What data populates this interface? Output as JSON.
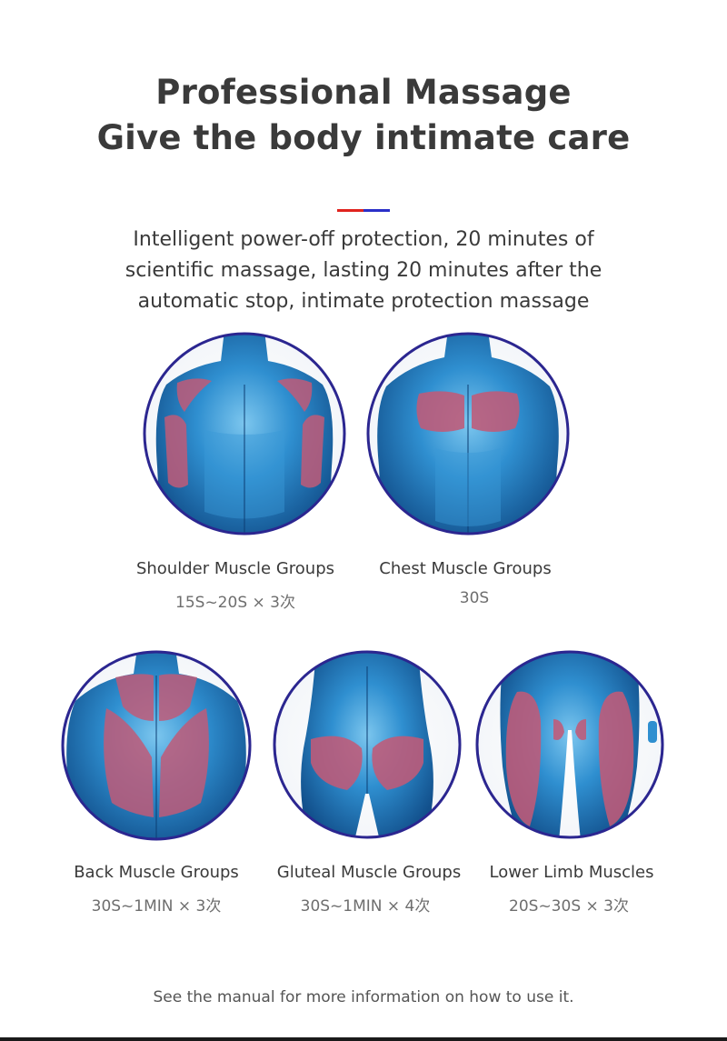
{
  "header": {
    "title_line1": "Professional Massage",
    "title_line2": "Give the body intimate care"
  },
  "description": {
    "line1": "Intelligent power-off protection, 20 minutes of",
    "line2": "scientific massage, lasting 20 minutes after the",
    "line3": "automatic stop, intimate protection massage"
  },
  "colors": {
    "accent_red": "#e0231e",
    "accent_blue": "#2a2fc8",
    "muscle_highlight": "#c05a78",
    "body_blue": "#2a86c6",
    "circle_border": "#2b2690"
  },
  "muscle_groups": [
    {
      "name": "Shoulder Muscle Groups",
      "time": "15S~20S × 3次"
    },
    {
      "name": "Chest Muscle Groups",
      "time": "30S"
    },
    {
      "name": "Back Muscle Groups",
      "time": "30S~1MIN × 3次"
    },
    {
      "name": "Gluteal Muscle Groups",
      "time": "30S~1MIN × 4次"
    },
    {
      "name": "Lower Limb Muscles",
      "time": "20S~30S × 3次"
    }
  ],
  "footer": {
    "note": "See the manual for more information on how to use it."
  }
}
